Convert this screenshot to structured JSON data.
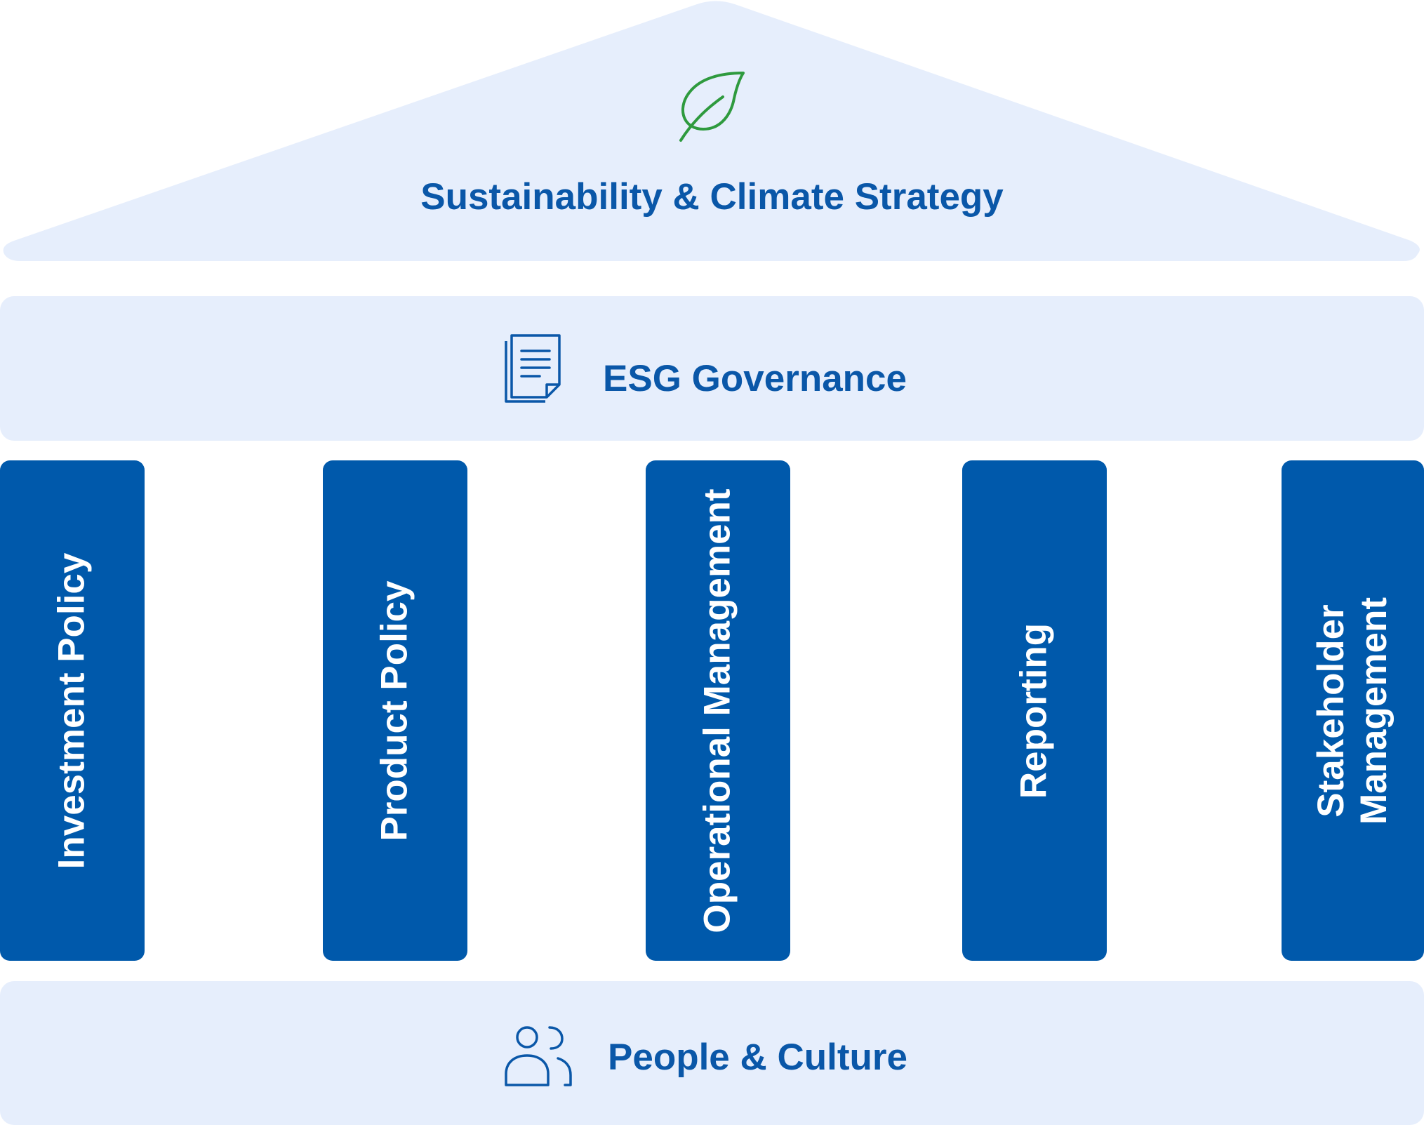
{
  "roof": {
    "title": "Sustainability & Climate Strategy",
    "icon": "leaf-icon"
  },
  "governance": {
    "label": "ESG Governance",
    "icon": "document-icon"
  },
  "pillars": [
    {
      "label": "Investment Policy"
    },
    {
      "label": "Product Policy"
    },
    {
      "label": "Operational Management"
    },
    {
      "label": "Reporting"
    },
    {
      "label": "Stakeholder Management"
    }
  ],
  "foundation": {
    "label": "People & Culture",
    "icon": "people-icon"
  },
  "colors": {
    "light_fill": "#e6eefc",
    "pillar": "#0059ab",
    "text": "#0a57a8",
    "leaf": "#2e9a3e"
  }
}
